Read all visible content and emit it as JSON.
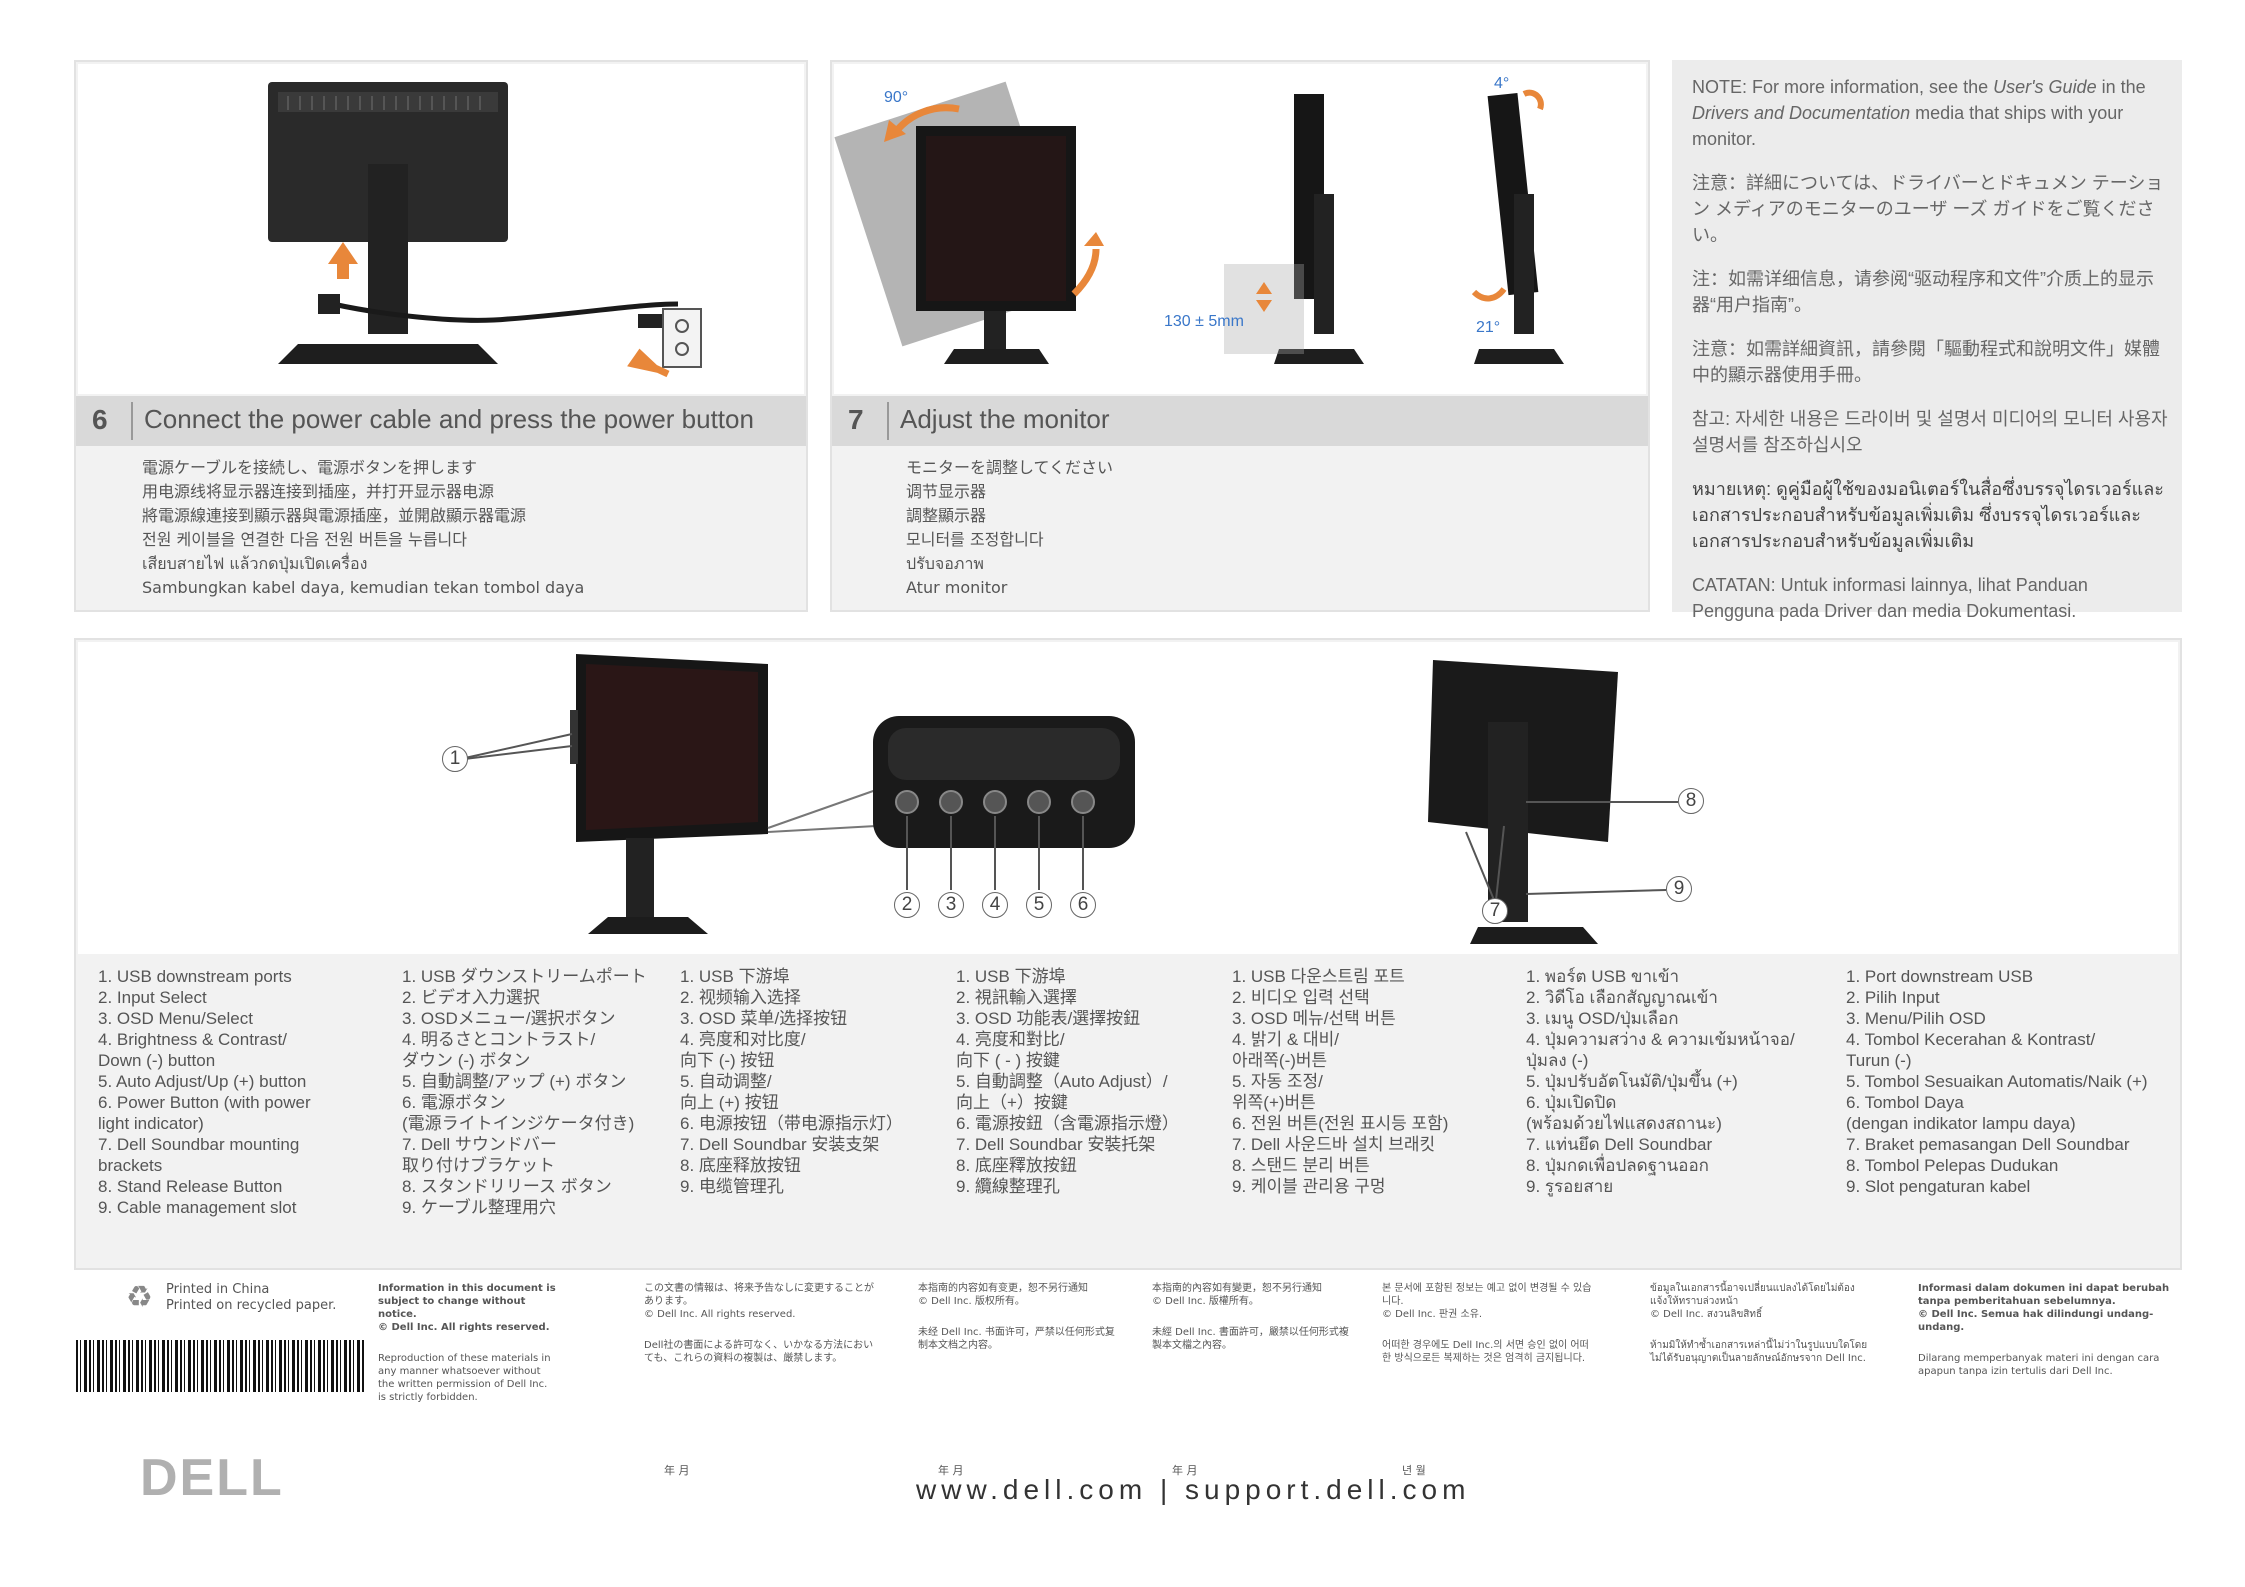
{
  "step6": {
    "number": "6",
    "title": "Connect the power cable and press the power button",
    "lines": [
      "電源ケーブルを接続し、電源ボタンを押します",
      "用电源线将显示器连接到插座，并打开显示器电源",
      "將電源線連接到顯示器與電源插座，並開啟顯示器電源",
      "전원 케이블을 연결한 다음 전원 버튼을 누릅니다",
      "เสียบสายไฟ แล้วกดปุ่มเปิดเครื่อง",
      "Sambungkan kabel daya, kemudian tekan tombol daya"
    ]
  },
  "step7": {
    "number": "7",
    "title": "Adjust the monitor",
    "lines": [
      "モニターを調整してください",
      "调节显示器",
      "調整顯示器",
      "모니터를 조정합니다",
      "ปรับจอภาพ",
      "Atur monitor"
    ],
    "angle_swivel": "90°",
    "angle_tilt_back": "4°",
    "angle_tilt_fwd": "21°",
    "height": "130 ± 5mm"
  },
  "notes": {
    "en_prefix": "NOTE: For more information, see the ",
    "en_guide": "User's Guide",
    "en_mid": " in the ",
    "en_media": "Drivers and Documentation",
    "en_suffix": " media that ships with your monitor.",
    "ja": "注意：詳細については、ドライバーとドキュメン テーション メディアのモニターのユーザ ーズ ガイドをご覧ください。",
    "zh_cn": "注：如需详细信息，请参阅“驱动程序和文件”介质上的显示器“用户指南”。",
    "zh_tw": "注意：如需詳細資訊，請參閱「驅動程式和說明文件」媒體中的顯示器使用手冊。",
    "ko": "참고: 자세한 내용은 드라이버 및 설명서 미디어의 모니터 사용자 설명서를 참조하십시오",
    "th": "หมายเหตุ: ดูคู่มือผู้ใช้ของมอนิเตอร์ในสื่อซึ่งบรรจุไดรเวอร์และเอกสารประกอบสำหรับข้อมูลเพิ่มเติม ซึ่งบรรจุไดรเวอร์และเอกสารประกอบสำหรับข้อมูลเพิ่มเติม",
    "id": "CATATAN: Untuk informasi lainnya, lihat Panduan Pengguna pada Driver dan media Dokumentasi."
  },
  "callouts": [
    "1",
    "2",
    "3",
    "4",
    "5",
    "6",
    "7",
    "8",
    "9"
  ],
  "legend_en": [
    "1. USB downstream ports",
    "2. Input Select",
    "3. OSD Menu/Select",
    "4. Brightness & Contrast/",
    "    Down (-) button",
    "5. Auto Adjust/Up (+) button",
    "6. Power Button (with power",
    "    light indicator)",
    "7. Dell Soundbar mounting",
    "    brackets",
    "8. Stand Release Button",
    "9. Cable management slot"
  ],
  "legend_ja": [
    "1. USB ダウンストリームポート",
    "2. ビデオ入力選択",
    "3. OSDメニュー/選択ボタン",
    "4. 明るさとコントラスト/",
    "    ダウン (-) ボタン",
    "5. 自動調整/アップ (+) ボタン",
    "6. 電源ボタン",
    "    (電源ライトインジケータ付き)",
    "7. Dell サウンドバー",
    "    取り付けブラケット",
    "8. スタンドリリース ボタン",
    "9. ケーブル整理用穴"
  ],
  "legend_zh_cn": [
    "1. USB 下游埠",
    "2. 视频输入选择",
    "3. OSD 菜单/选择按钮",
    "4. 亮度和对比度/",
    "    向下 (-) 按钮",
    "5. 自动调整/",
    "    向上 (+) 按钮",
    "6. 电源按钮（带电源指示灯）",
    "7. Dell Soundbar 安装支架",
    "8. 底座释放按钮",
    "9. 电缆管理孔"
  ],
  "legend_zh_tw": [
    "1.  USB 下游埠",
    "2.  視訊輸入選擇",
    "3.  OSD 功能表/選擇按鈕",
    "4.  亮度和對比/",
    "     向下 ( - ) 按鍵",
    "5.  自動調整（Auto Adjust）/",
    "     向上（+）按鍵",
    "6.  電源按鈕（含電源指示燈）",
    "7.  Dell Soundbar 安裝托架",
    "8.  底座釋放按鈕",
    "9.  纜線整理孔"
  ],
  "legend_ko": [
    "1. USB 다운스트림 포트",
    "2. 비디오 입력 선택",
    "3. OSD 메뉴/선택 버튼",
    "4. 밝기 & 대비/",
    "    아래쪽(-)버튼",
    "5. 자동 조정/",
    "    위쪽(+)버튼",
    "6. 전원 버튼(전원 표시등 포함)",
    "7. Dell 사운드바 설치 브래킷",
    "8. 스탠드 분리 버튼",
    "9. 케이블 관리용 구멍"
  ],
  "legend_th": [
    "1. พอร์ต USB ขาเข้า",
    "2. วิดีโอ เลือกสัญญาณเข้า",
    "3. เมนู OSD/ปุ่มเลือก",
    "4. ปุ่มความสว่าง & ความเข้มหน้าจอ/",
    "    ปุ่มลง (-)",
    "5. ปุ่มปรับอัตโนมัติ/ปุ่มขึ้น (+)",
    "6. ปุ่มเปิดปิด",
    "    (พร้อมด้วยไฟแสดงสถานะ)",
    "7. แท่นยึด Dell Soundbar",
    "8. ปุ่มกดเพื่อปลดฐานออก",
    "9. รูรอยสาย"
  ],
  "legend_id": [
    "1. Port downstream USB",
    "2. Pilih Input",
    "3. Menu/Pilih OSD",
    "4. Tombol Kecerahan & Kontrast/",
    "    Turun (-)",
    "5. Tombol Sesuaikan Automatis/Naik (+)",
    "6. Tombol Daya",
    "    (dengan indikator lampu daya)",
    "7. Braket pemasangan Dell Soundbar",
    "8. Tombol Pelepas Dudukan",
    "9. Slot pengaturan kabel"
  ],
  "footer": {
    "printed_china": "Printed in China",
    "printed_recycled": "Printed on recycled paper.",
    "legal_en_1": "Information in this document is subject to change without notice.",
    "legal_en_2": "© Dell Inc. All rights reserved.",
    "legal_en_3": "Reproduction of these materials in any manner whatsoever without the written permission of Dell Inc. is strictly forbidden.",
    "legal_ja_1": "この文書の情報は、将来予告なしに変更することがあります。",
    "legal_ja_2": "© Dell Inc. All rights reserved.",
    "legal_ja_3": "Dell社の書面による許可なく、いかなる方法においても、これらの資料の複製は、厳禁します。",
    "legal_zhcn_1": "本指南的内容如有变更，恕不另行通知",
    "legal_zhcn_2": "© Dell Inc. 版权所有。",
    "legal_zhcn_3": "未经 Dell Inc. 书面许可，严禁以任何形式复制本文档之内容。",
    "legal_zhtw_1": "本指南的內容如有變更，恕不另行通知",
    "legal_zhtw_2": "© Dell Inc. 版權所有。",
    "legal_zhtw_3": "未經 Dell Inc. 書面許可，嚴禁以任何形式複製本文檔之內容。",
    "legal_ko_1": "본 문서에 포함된 정보는 예고 없이 변경될 수 있습니다.",
    "legal_ko_2": "© Dell Inc. 판권 소유.",
    "legal_ko_3": "어떠한 경우에도 Dell Inc.의 서면 승인 없이 어떠한 방식으로든 복제하는 것은 엄격히 금지됩니다.",
    "legal_th_1": "ข้อมูลในเอกสารนี้อาจเปลี่ยนแปลงได้โดยไม่ต้องแจ้งให้ทราบล่วงหน้า",
    "legal_th_2": "© Dell Inc. สงวนลิขสิทธิ์",
    "legal_th_3": "ห้ามมิให้ทำซ้ำเอกสารเหล่านี้ไม่ว่าในรูปแบบใดโดยไม่ได้รับอนุญาตเป็นลายลักษณ์อักษรจาก Dell Inc.",
    "legal_id_1": "Informasi dalam dokumen ini dapat berubah tanpa pemberitahuan sebelumnya.",
    "legal_id_2": "© Dell Inc. Semua hak dilindungi undang-undang.",
    "legal_id_3": "Dilarang memperbanyak materi ini dengan cara apapun tanpa izin tertulis dari Dell Inc.",
    "date_ja": "年  月",
    "date_zhcn": "年  月",
    "date_zhtw": "年  月",
    "date_ko": "년  월",
    "logo": "DELL",
    "url": "www.dell.com | support.dell.com"
  }
}
